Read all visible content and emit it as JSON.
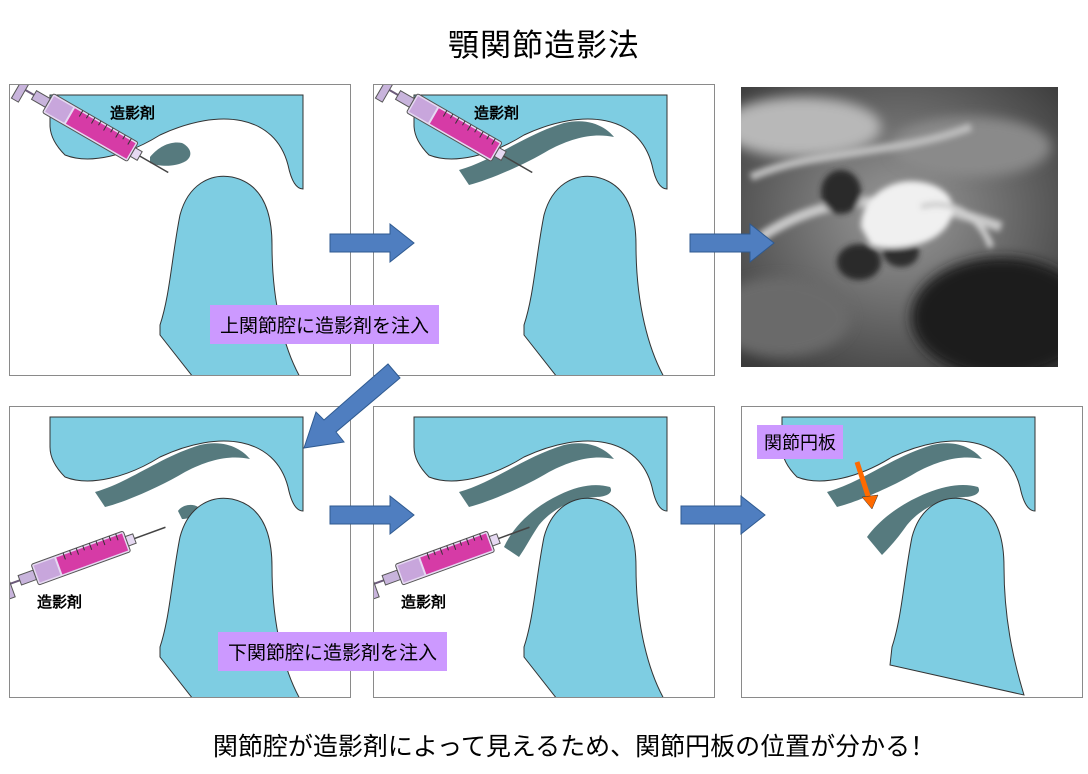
{
  "title": "顎関節造影法",
  "syringe_label": "造影剤",
  "upper_injection_note": "上関節腔に造影剤を注入",
  "lower_injection_note": "下関節腔に造影剤を注入",
  "disc_label": "関節円板",
  "footer": "関節腔が造影剤によって見えるため、関節円板の位置が分かる！",
  "colors": {
    "bone": "#7ecde2",
    "contrast": "#567a7e",
    "arrow": "#4f7ec0",
    "note_bg": "#cc99ff",
    "syringe": "#d63ba6",
    "pointer": "#ff6a00"
  }
}
